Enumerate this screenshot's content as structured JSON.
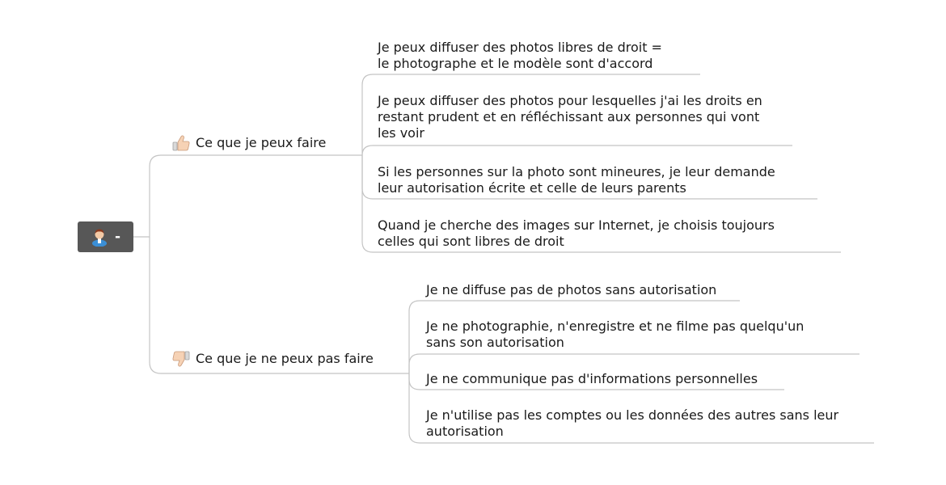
{
  "root": {
    "label": "-",
    "icon": "person-icon"
  },
  "branches": [
    {
      "label": "Ce que je peux faire",
      "icon": "thumbs-up-icon",
      "leaves": [
        "Je peux diffuser des photos libres de droit =\nle photographe et le modèle sont d'accord",
        "Je peux diffuser des photos pour lesquelles j'ai les droits en\nrestant prudent et en réfléchissant aux personnes qui vont\nles voir",
        "Si les personnes sur la photo sont mineures, je leur demande\nleur autorisation écrite et celle de leurs parents",
        "Quand je cherche des images sur Internet, je choisis toujours\ncelles qui sont libres de droit"
      ]
    },
    {
      "label": "Ce que je ne peux pas faire",
      "icon": "thumbs-down-icon",
      "leaves": [
        "Je ne diffuse pas de photos sans autorisation",
        "Je ne photographie, n'enregistre et ne filme pas quelqu'un\nsans son autorisation",
        "Je ne communique pas d'informations personnelles",
        "Je n'utilise pas les comptes ou les données des autres sans leur\nautorisation"
      ]
    }
  ],
  "colors": {
    "root_bg": "#575757",
    "connector": "#c4c4c4",
    "text": "#1a1a1a"
  }
}
